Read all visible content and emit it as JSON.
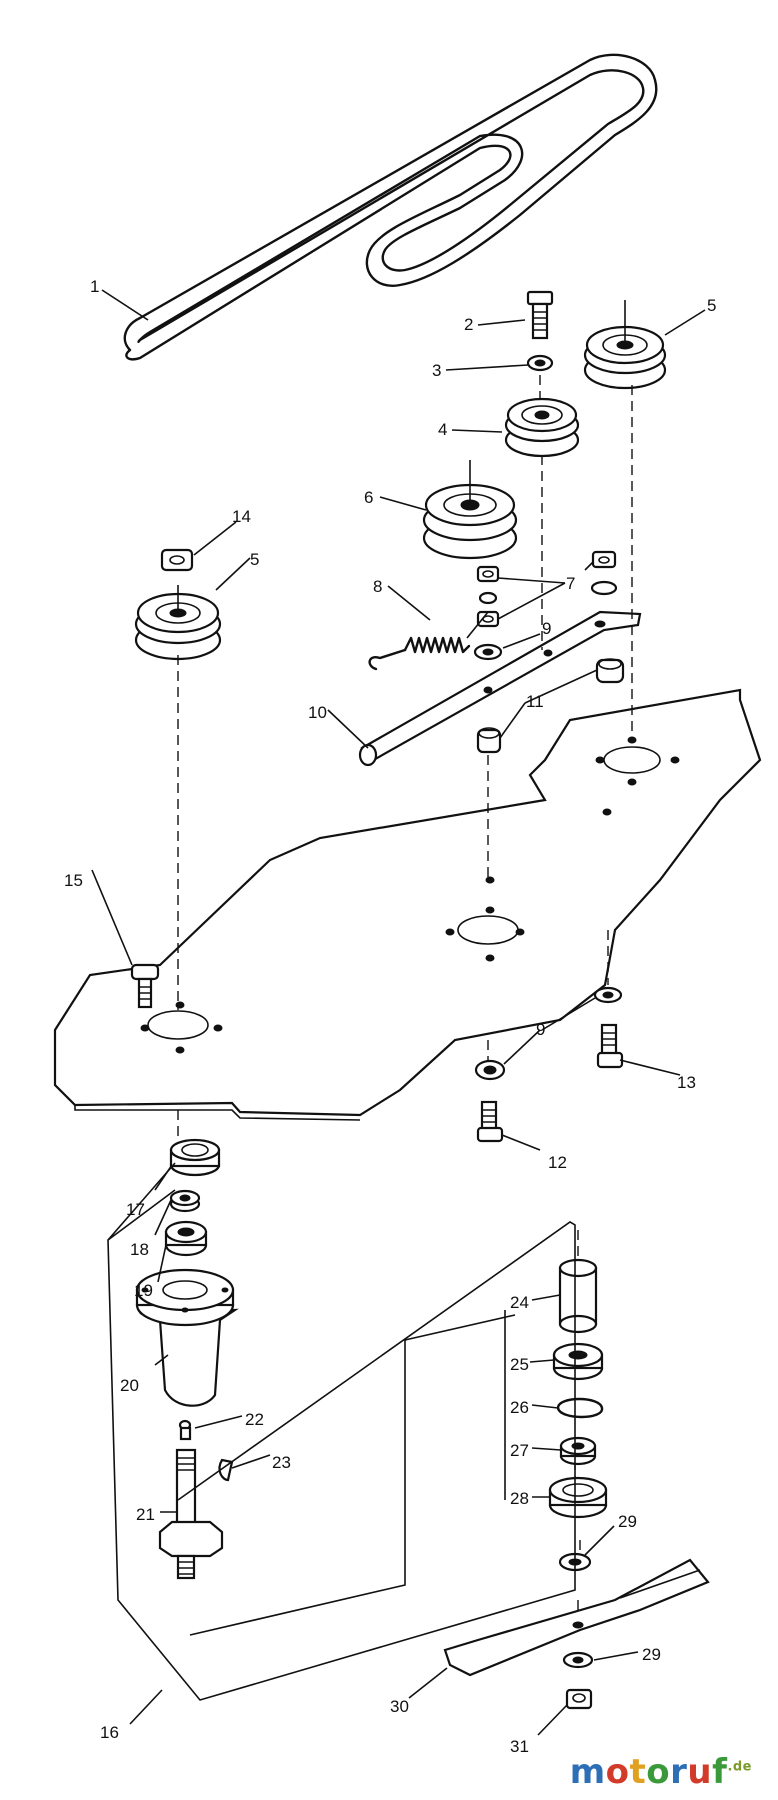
{
  "callouts": {
    "c1": "1",
    "c2": "2",
    "c3": "3",
    "c4": "4",
    "c5a": "5",
    "c5b": "5",
    "c6": "6",
    "c7": "7",
    "c8": "8",
    "c9a": "9",
    "c9b": "9",
    "c10": "10",
    "c11": "11",
    "c12": "12",
    "c13": "13",
    "c14": "14",
    "c15": "15",
    "c16": "16",
    "c17": "17",
    "c18": "18",
    "c19": "19",
    "c20": "20",
    "c21": "21",
    "c22": "22",
    "c23": "23",
    "c24": "24",
    "c25": "25",
    "c26": "26",
    "c27": "27",
    "c28": "28",
    "c29a": "29",
    "c29b": "29",
    "c30": "30",
    "c31": "31"
  },
  "watermark": {
    "text": "motoruf",
    "suffix": ".de",
    "letter_colors": [
      "#2c6fb6",
      "#d23a2a",
      "#e0a020",
      "#3a9a3a",
      "#2c6fb6",
      "#d23a2a",
      "#3a9a3a"
    ]
  }
}
